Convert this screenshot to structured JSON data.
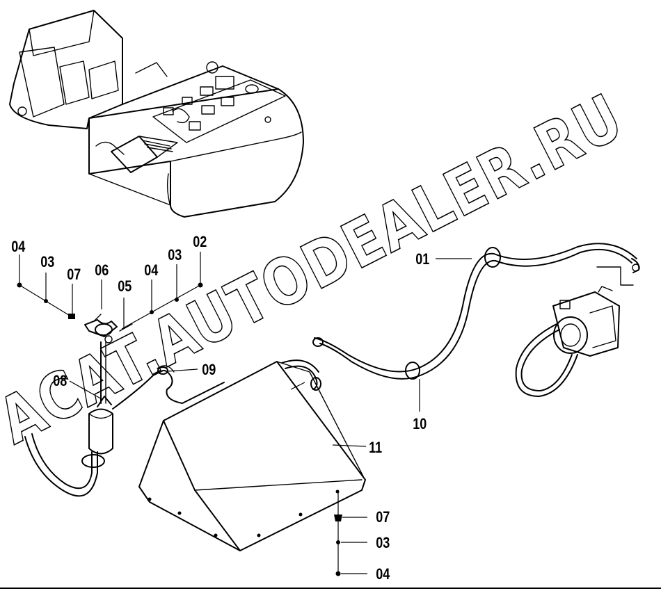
{
  "watermark": {
    "text": "ACAT.AUTODEALER.RU"
  },
  "callouts": {
    "c01": "01",
    "c02": "02",
    "c03_a": "03",
    "c03_b": "03",
    "c03_c": "03",
    "c04_a": "04",
    "c04_b": "04",
    "c04_c": "04",
    "c05": "05",
    "c06": "06",
    "c07_a": "07",
    "c07_b": "07",
    "c08": "08",
    "c09": "09",
    "c10": "10",
    "c11": "11"
  }
}
